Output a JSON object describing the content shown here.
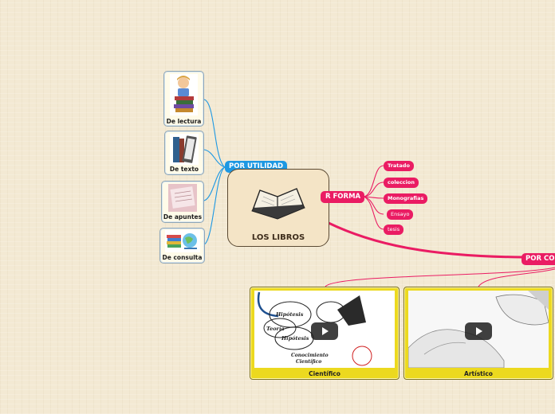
{
  "map": {
    "central_title": "LOS LIBROS",
    "colors": {
      "utilidad": "#1d98e3",
      "forma": "#ea1c63",
      "contenido": "#ea1c63",
      "card": "#ecd91f"
    },
    "utilidad": {
      "label": "POR UTILIDAD",
      "items": [
        {
          "label": "De lectura",
          "icon": "child-reading-books-icon"
        },
        {
          "label": "De texto",
          "icon": "book-stack-icon"
        },
        {
          "label": "De apuntes",
          "icon": "notebook-icon"
        },
        {
          "label": "De consulta",
          "icon": "books-globe-icon"
        }
      ]
    },
    "forma": {
      "label": "R FORMA",
      "items": [
        {
          "label": "Tratado"
        },
        {
          "label": "coleccion"
        },
        {
          "label": "Monografias"
        },
        {
          "label": "Ensayo"
        },
        {
          "label": "tesis"
        }
      ]
    },
    "contenido": {
      "label": "POR COI",
      "videos": [
        {
          "label": "Científico",
          "sketch_words": [
            "Hipótesis",
            "Teoría",
            "Hipótesis",
            "Conocimiento",
            "Científico"
          ]
        },
        {
          "label": "Artístico"
        }
      ]
    }
  }
}
